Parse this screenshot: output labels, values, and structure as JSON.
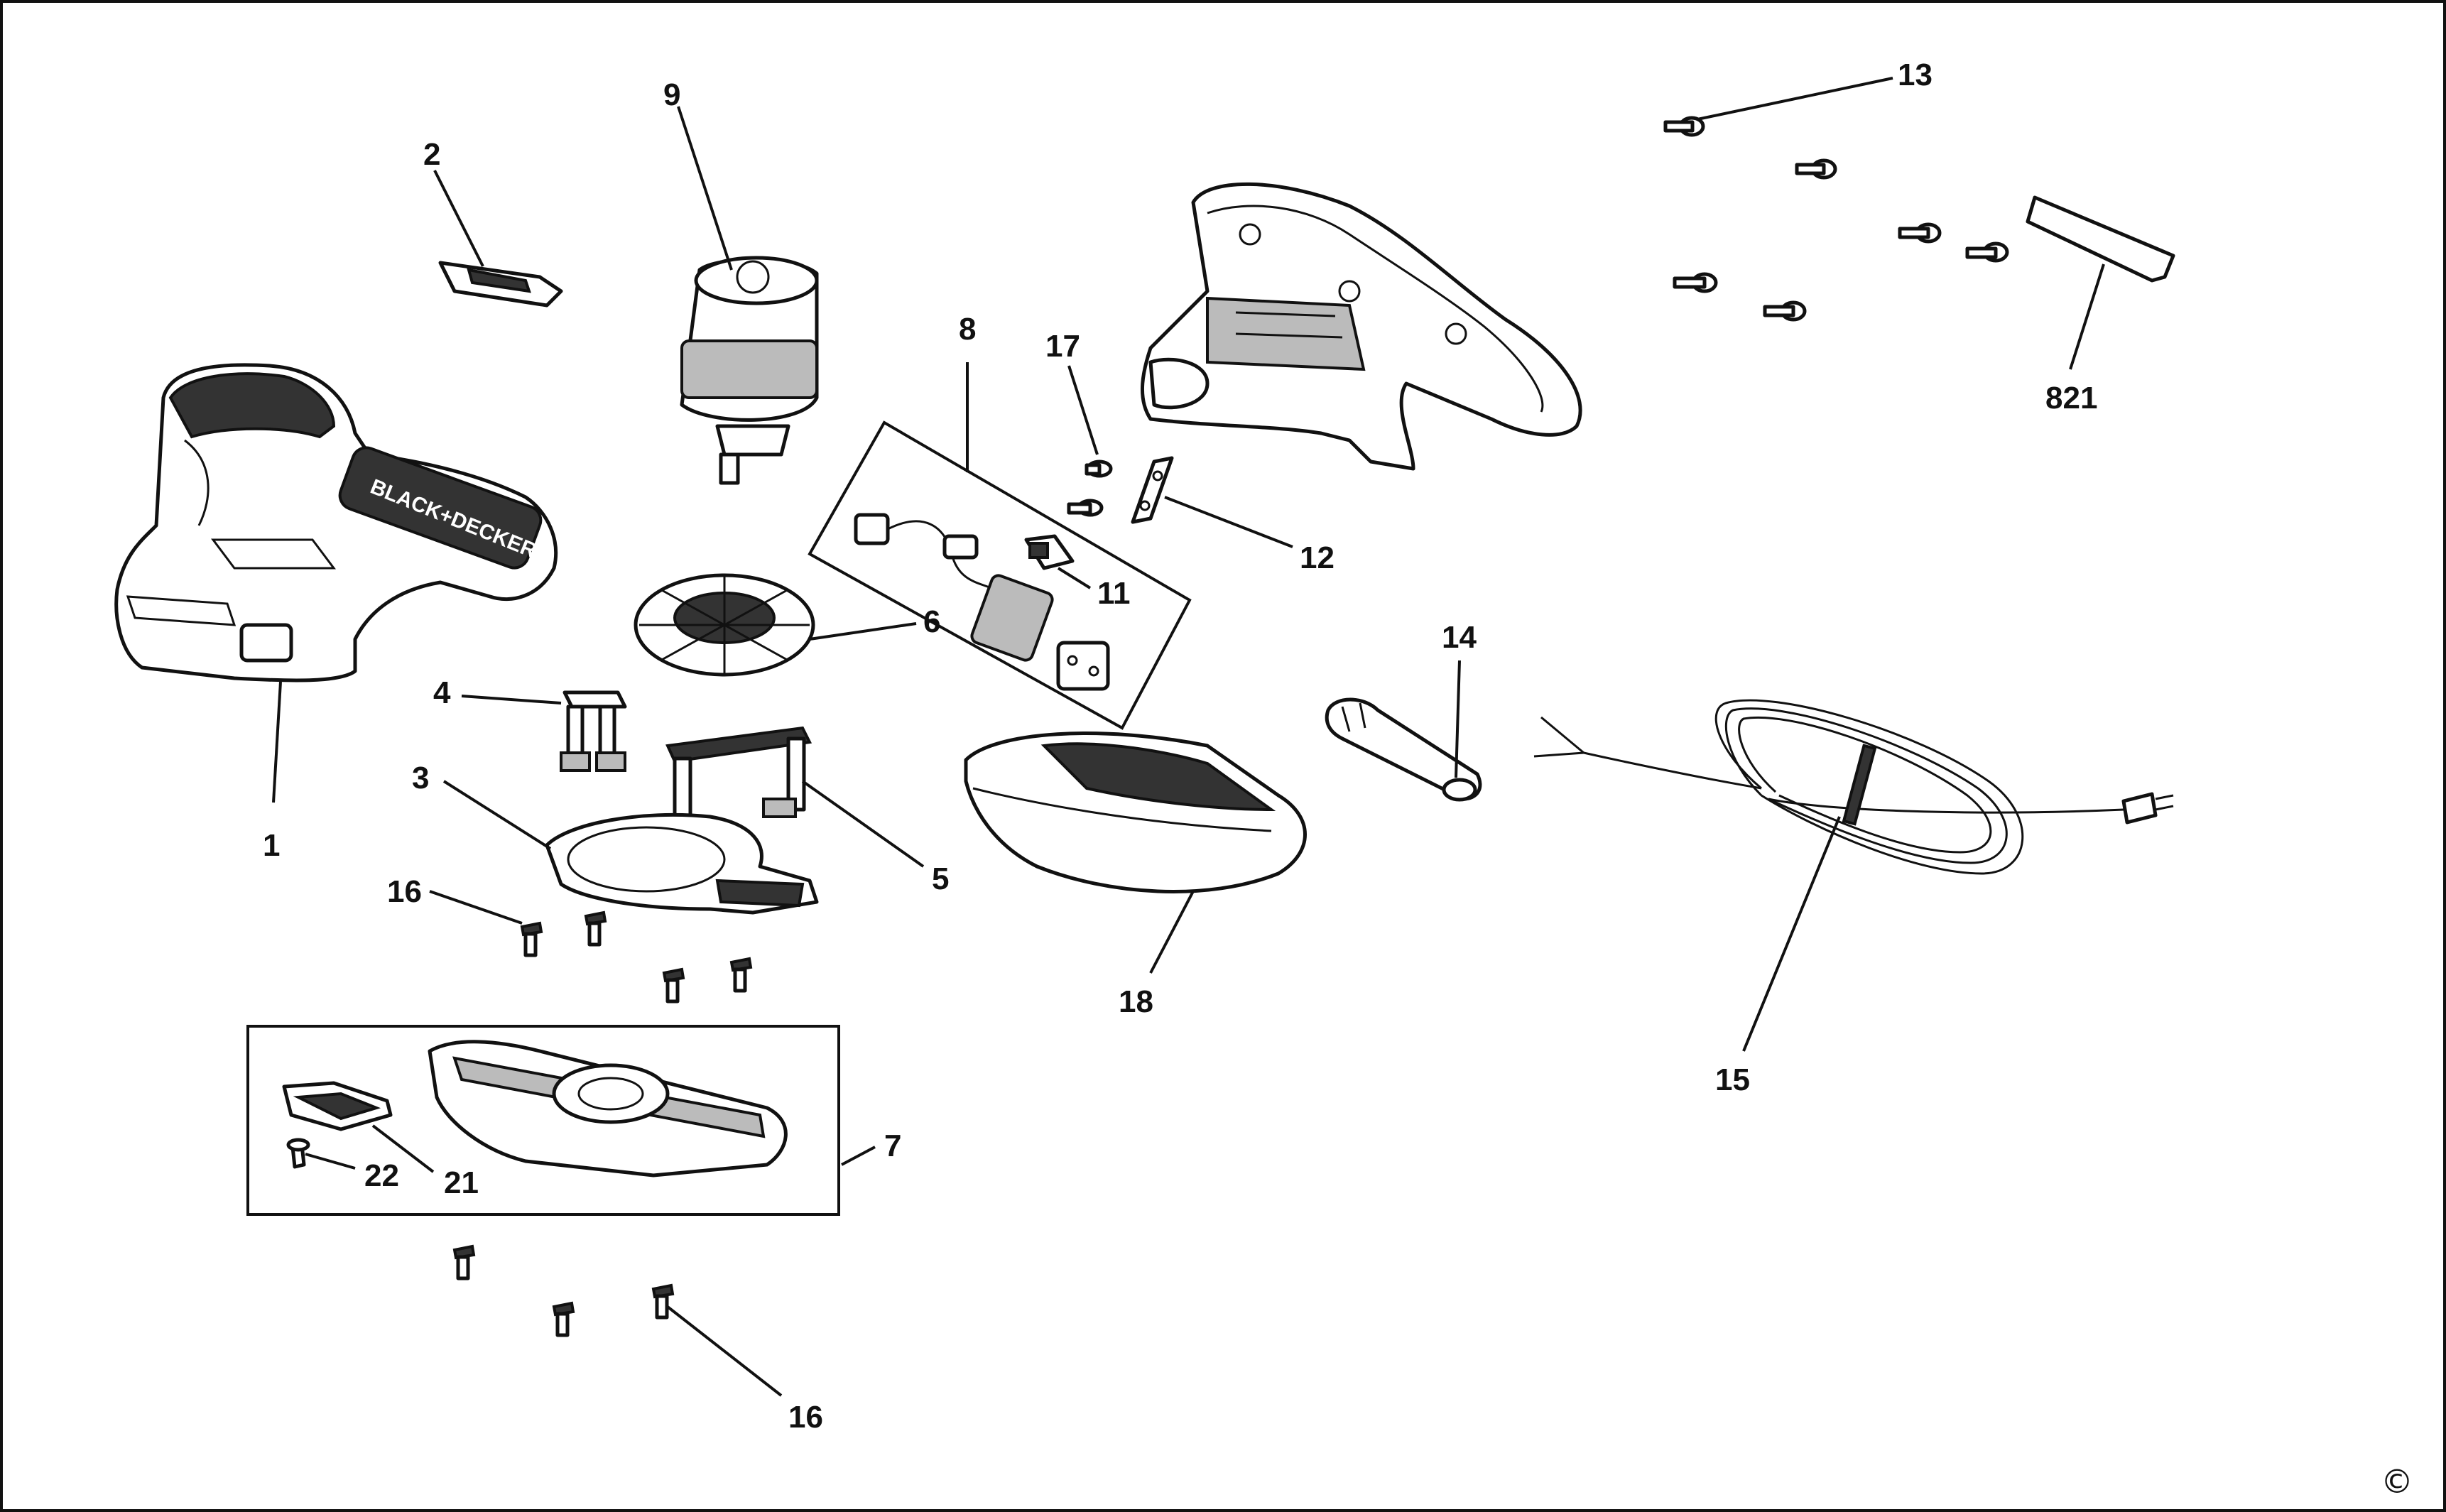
{
  "diagram": {
    "brand_text": "BLACK+DECKER",
    "copyright_symbol": "©",
    "labels": {
      "p1": "1",
      "p2": "2",
      "p3": "3",
      "p4": "4",
      "p5": "5",
      "p6": "6",
      "p7": "7",
      "p8": "8",
      "p9": "9",
      "p11": "11",
      "p12": "12",
      "p13": "13",
      "p14": "14",
      "p15": "15",
      "p16a": "16",
      "p16b": "16",
      "p17": "17",
      "p18": "18",
      "p21": "21",
      "p22": "22",
      "p821": "821"
    }
  }
}
